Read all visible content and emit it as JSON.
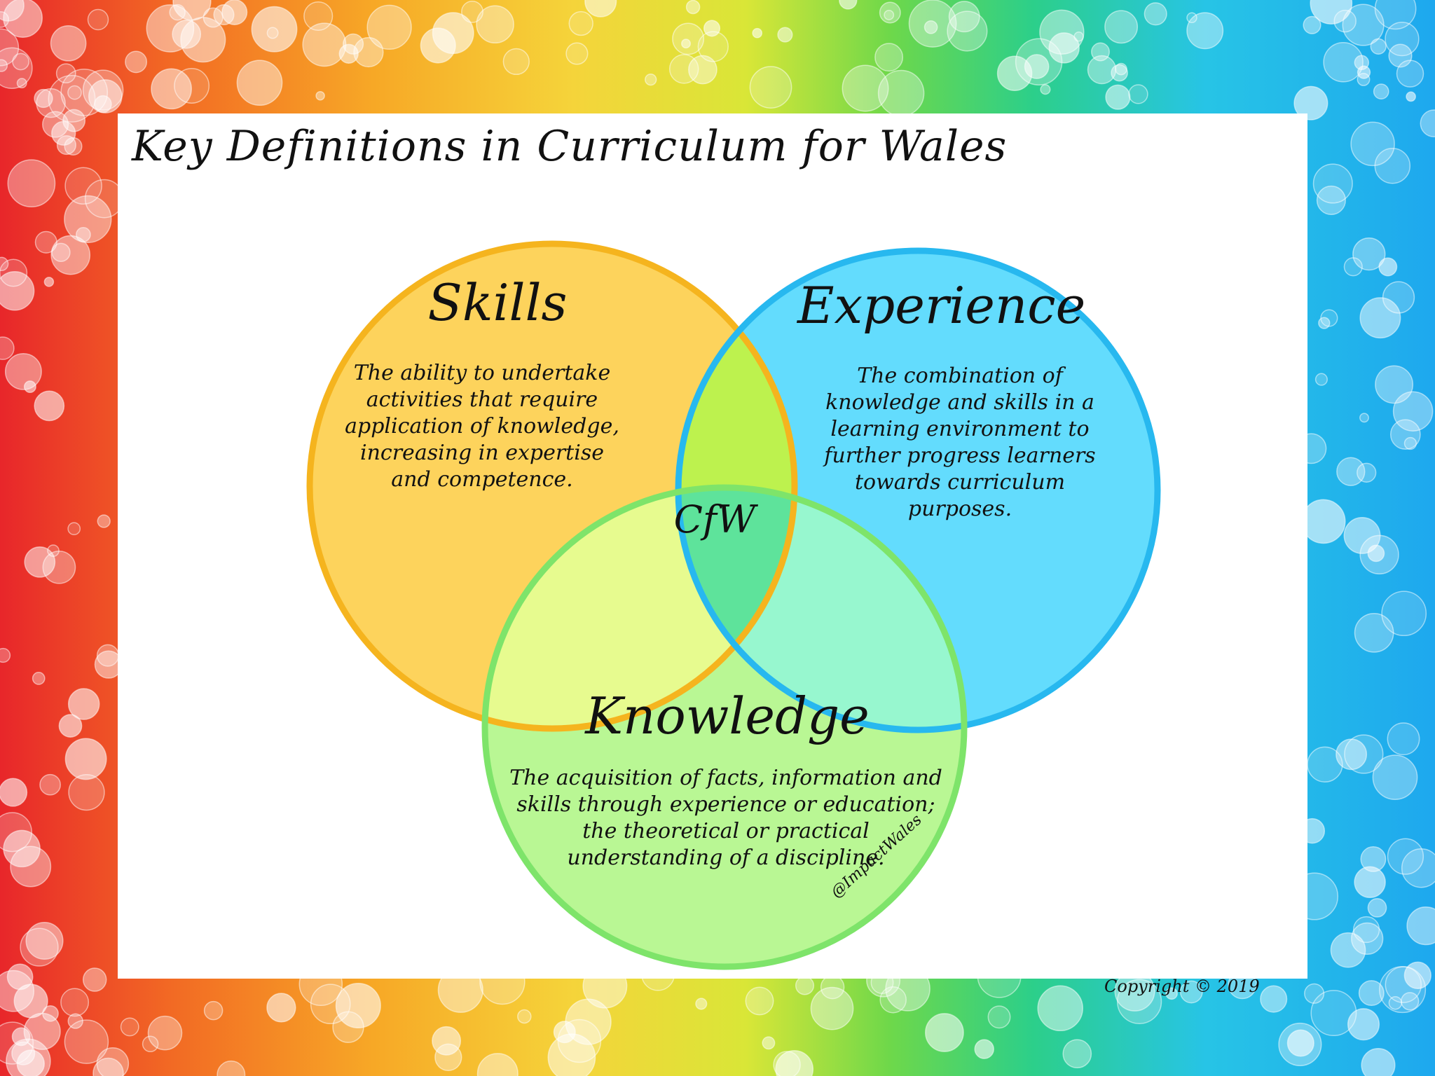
{
  "title": "Key Definitions in Curriculum for Wales",
  "circles": {
    "skills": {
      "heading": "Skills",
      "definition": "The ability to undertake activities that require application of knowledge, increasing in expertise and competence.",
      "fill": "#fdd35c",
      "stroke": "#f5b41e"
    },
    "experience": {
      "heading": "Experience",
      "definition": "The combination of knowledge and skills in a learning environment to further progress learners towards curriculum purposes.",
      "fill": "#63dcfd",
      "stroke": "#27b8ef"
    },
    "knowledge": {
      "heading": "Knowledge",
      "definition": "The acquisition of facts, information and skills through experience or education; the theoretical or practical understanding of a discipline.",
      "fill": "#b9f794",
      "stroke": "#7ee46a"
    }
  },
  "overlaps": {
    "skills_experience": "#bdf24e",
    "skills_knowledge": "#e7fb8f",
    "experience_knowledge": "#97f7cf",
    "center": "#5ee39b"
  },
  "center_label": "CfW",
  "author_handle": "@ImpactWales",
  "copyright": "Copyright © 2019"
}
